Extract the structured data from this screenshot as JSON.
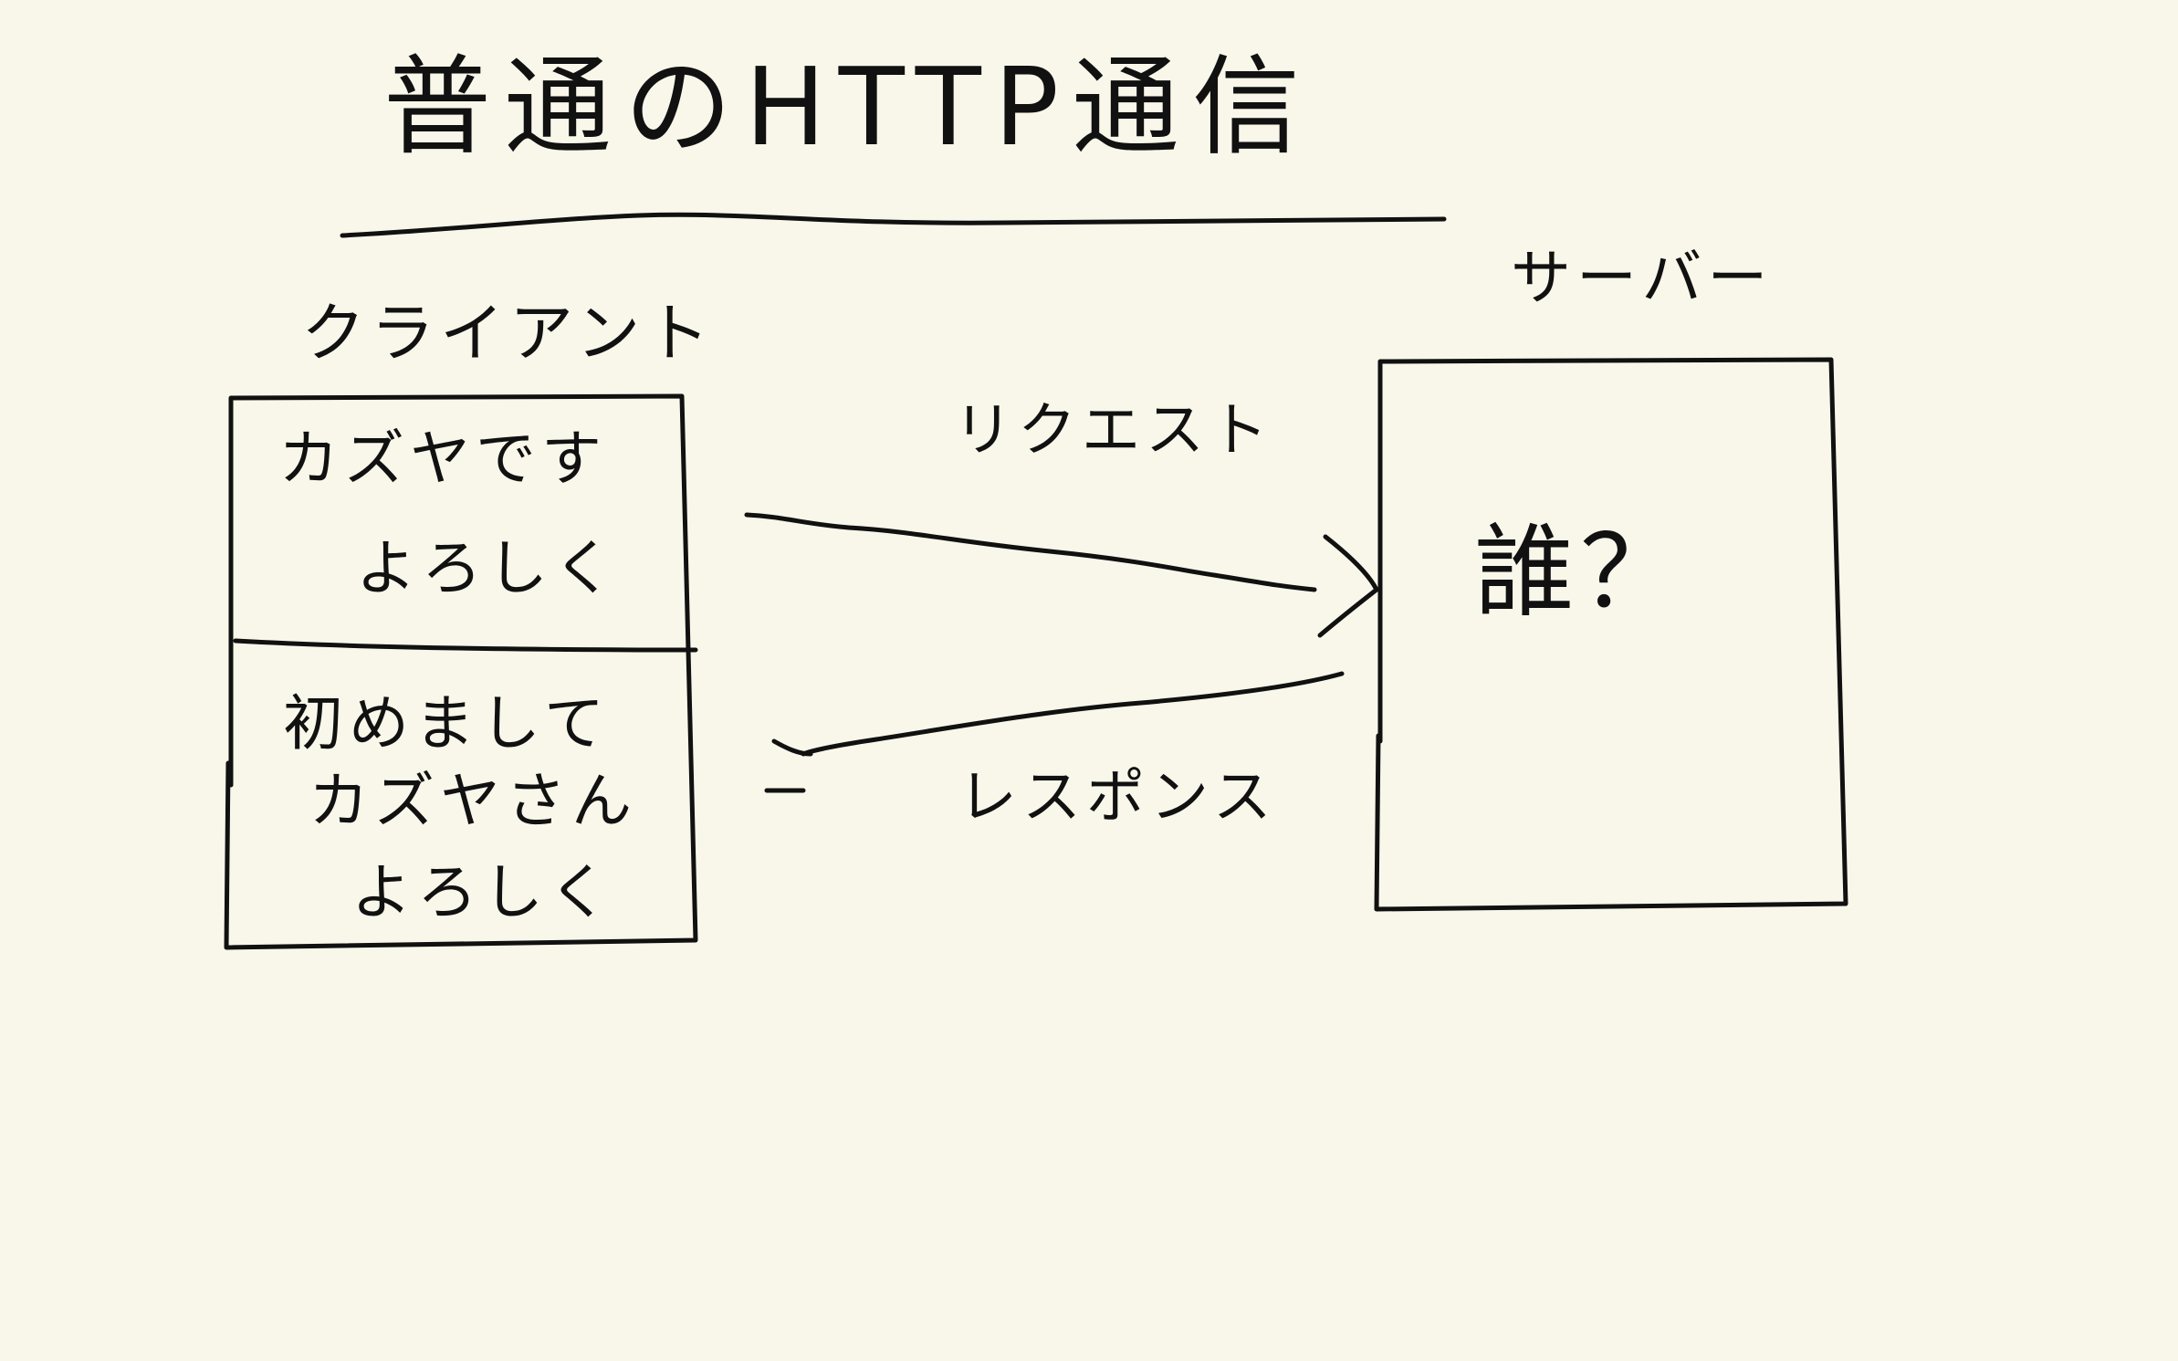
{
  "title": "普通のHTTP通信",
  "client": {
    "label": "クライアント",
    "request_lines": [
      "カズヤです",
      "よろしく"
    ],
    "response_lines": [
      "初めまして",
      "カズヤさん",
      "よろしく"
    ]
  },
  "server": {
    "label": "サーバー",
    "text": "誰？"
  },
  "arrows": {
    "request_label": "リクエスト",
    "response_label": "レスポンス"
  },
  "colors": {
    "background": "#f8f7ea",
    "ink": "#111111"
  }
}
